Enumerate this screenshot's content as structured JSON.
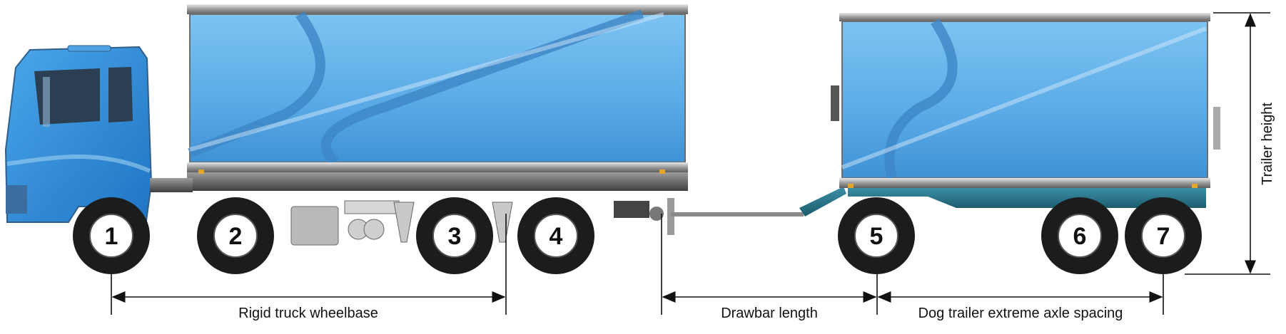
{
  "wheels": [
    {
      "number": "1"
    },
    {
      "number": "2"
    },
    {
      "number": "3"
    },
    {
      "number": "4"
    },
    {
      "number": "5"
    },
    {
      "number": "6"
    },
    {
      "number": "7"
    }
  ],
  "dimensions": {
    "rigid_truck_wheelbase": "Rigid truck wheelbase",
    "drawbar_length": "Drawbar length",
    "dog_trailer_axle_spacing": "Dog trailer extreme axle spacing",
    "trailer_height": "Trailer height"
  },
  "colors": {
    "cab_blue": "#2f8fd8",
    "body_blue": "#5fb0ea",
    "body_blue_light": "#8fcaf2",
    "chassis_grey": "#7a7a7a",
    "tyre_black": "#1c1c1c"
  }
}
